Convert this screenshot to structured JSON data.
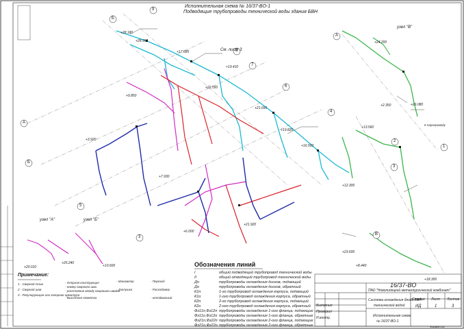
{
  "header": {
    "line1": "Исполнительная схема № 16/37-ВО-1",
    "line2": "Подводящие трубопроводы технической воды здания БВН"
  },
  "callouts": {
    "sheet_ref": "См. лист 3",
    "node_a": "узел \"А\"",
    "node_b": "узел \"Б\"",
    "node_v": "узел \"В\"",
    "to_stock": "К паропроводу"
  },
  "legend": {
    "title": "Обозначения линий",
    "rows": [
      {
        "code": "I",
        "desc": "общий подводящий трубопровод технической воды"
      },
      {
        "code": "II",
        "desc": "общий отводящий трубопровод технической воды"
      },
      {
        "code": "Дп",
        "desc": "трубопроводы охлаждения дисков, подающий"
      },
      {
        "code": "Дo",
        "desc": "трубопроводы охлаждения дисков, обратный"
      },
      {
        "code": "К1п",
        "desc": "1-го трубопровод охлаждения корпуса, подающий"
      },
      {
        "code": "К1о",
        "desc": "1-ого трубопровод охлаждения корпуса, обратный"
      },
      {
        "code": "К2п",
        "desc": "2-го трубопровод охлаждения корпуса, подающий"
      },
      {
        "code": "К2о",
        "desc": "2-ого трубопровод охлаждения корпуса, обратный"
      },
      {
        "code": "Фз11п,Фз12п",
        "desc": "трубопроводы охлаждения 1-ого фланца, подающие"
      },
      {
        "code": "Фз11о,Фз12о",
        "desc": "трубопроводы охлаждения 1-ого фланца, обратные"
      },
      {
        "code": "Фз21п,Фз22п",
        "desc": "трубопроводы охлаждения 2-ого фланца, подающие"
      },
      {
        "code": "Фз21о,Фз22о",
        "desc": "трубопроводы охлаждения 2-ого фланца, обратные"
      }
    ]
  },
  "notes": {
    "title": "Примечание:",
    "items": [
      "1 - Сварной стык",
      "2 - Сварной шов",
      "3 - Регулирующая или запорная арматура",
      "- Опорная конструкция",
      "- номер сварного шва",
      "- расстояние между сварными швами",
      "- Высотная отметка",
      "- Манометр",
      "- Заглушка",
      "- Переход",
      "- Расходомер",
      "- неподвижный"
    ]
  },
  "title_block": {
    "doc_code": "16/37-ВО",
    "org": "ПАО \"Новолипецкий металлургический комбинат\"",
    "system": "Система охлаждения блока БВН",
    "system2": "технической водой",
    "drawing": "Исполнительная схема",
    "drawing2": "№ 16/37-ВО-1",
    "stage_h": "Стадия",
    "sheet_h": "Лист",
    "sheets_h": "Листов",
    "stage": "ИД",
    "sheet": "1",
    "sheets": "3",
    "format": "Формат А2",
    "role1": "Выполнил",
    "role2": "Проверил",
    "role3": "Н.контр."
  },
  "elevations": [
    "+28.180",
    "+28.960",
    "+17.685",
    "+22.550",
    "+19.410",
    "+21.650",
    "+19.820",
    "+16.500",
    "+12.300",
    "+9.850",
    "+3.920",
    "+7.930",
    "+6.000",
    "+24.200",
    "+2.350",
    "+13.560",
    "+26.080",
    "+8.440",
    "+20.010",
    "+25.240",
    "+10.600",
    "+18.300",
    "+21.920",
    "+23.600"
  ],
  "axes": [
    "A",
    "Б",
    "B",
    "1",
    "2",
    "3",
    "4",
    "5",
    "6",
    "7",
    "8",
    "9"
  ],
  "colors": {
    "ink": "#1a1a1a",
    "cyan": "#19b8d4",
    "magenta": "#d22bc4",
    "red": "#d9232b",
    "blue": "#1c2aa8",
    "green": "#3ab54a"
  }
}
